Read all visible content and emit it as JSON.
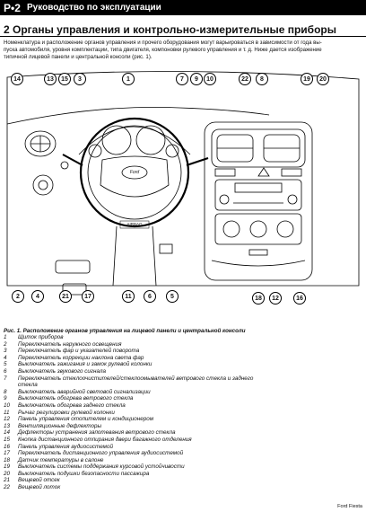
{
  "header": {
    "page_number": "Р•2",
    "book_title": "Руководство по эксплуатации"
  },
  "section": {
    "title": "2  Органы управления и контрольно-измерительные приборы"
  },
  "intro": {
    "line1": "Номенклатура и расположение органов управления и прочего оборудования могут варьироваться в зависимости от года вы-",
    "line2": "пуска автомобиля, уровня комплектации, типа двигателя, компоновки рулевого управления и т. д. Ниже дается изображение",
    "line3": "типичной лицевой панели и центральной консоли (рис. 1)."
  },
  "figure": {
    "callouts_top": [
      "14",
      "13",
      "15",
      "3",
      "1",
      "7",
      "9",
      "10",
      "22",
      "8",
      "19",
      "20"
    ],
    "callouts_bottom": [
      "2",
      "4",
      "21",
      "17",
      "11",
      "6",
      "5",
      "18",
      "12",
      "16"
    ],
    "airbag_text": "AIRBAG",
    "brand_text": "Ford"
  },
  "caption": {
    "title": "Рис. 1. Расположение органов управления на лицевой панели и центральной консоли"
  },
  "legend": [
    {
      "n": "1",
      "text": "Щиток приборов"
    },
    {
      "n": "2",
      "text": "Переключатель наружного освещения"
    },
    {
      "n": "3",
      "text": "Переключатель фар и указателей поворота"
    },
    {
      "n": "4",
      "text": "Переключатель коррекции наклона света фар"
    },
    {
      "n": "5",
      "text": "Выключатель зажигания и замок рулевой колонки"
    },
    {
      "n": "6",
      "text": "Выключатель звукового сигнала"
    },
    {
      "n": "7",
      "text": "Переключатель стеклоочистителей/стеклоомывателей ветрового стекла и заднего стекла"
    },
    {
      "n": "8",
      "text": "Выключатель аварийной световой сигнализации"
    },
    {
      "n": "9",
      "text": "Выключатель обогрева ветрового стекла"
    },
    {
      "n": "10",
      "text": "Выключатель обогрева заднего стекла"
    },
    {
      "n": "11",
      "text": "Рычаг регулировки рулевой колонки"
    },
    {
      "n": "12",
      "text": "Панель управления отопителем и кондиционером"
    },
    {
      "n": "13",
      "text": "Вентиляционные дефлекторы"
    },
    {
      "n": "14",
      "text": "Дефлекторы устранения запотевания ветрового стекла"
    },
    {
      "n": "15",
      "text": "Кнопка дистанционного отпирания двери багажного отделения"
    },
    {
      "n": "16",
      "text": "Панель управления аудиосистемой"
    },
    {
      "n": "17",
      "text": "Переключатель дистанционного управления аудиосистемой"
    },
    {
      "n": "18",
      "text": "Датчик температуры в салоне"
    },
    {
      "n": "19",
      "text": "Выключатель системы поддержания курсовой устойчивости"
    },
    {
      "n": "20",
      "text": "Выключатель подушки безопасности пассажира"
    },
    {
      "n": "21",
      "text": "Вещевой отсек"
    },
    {
      "n": "22",
      "text": "Вещевой лоток"
    }
  ],
  "footer": {
    "text": "Ford Fiesta"
  }
}
